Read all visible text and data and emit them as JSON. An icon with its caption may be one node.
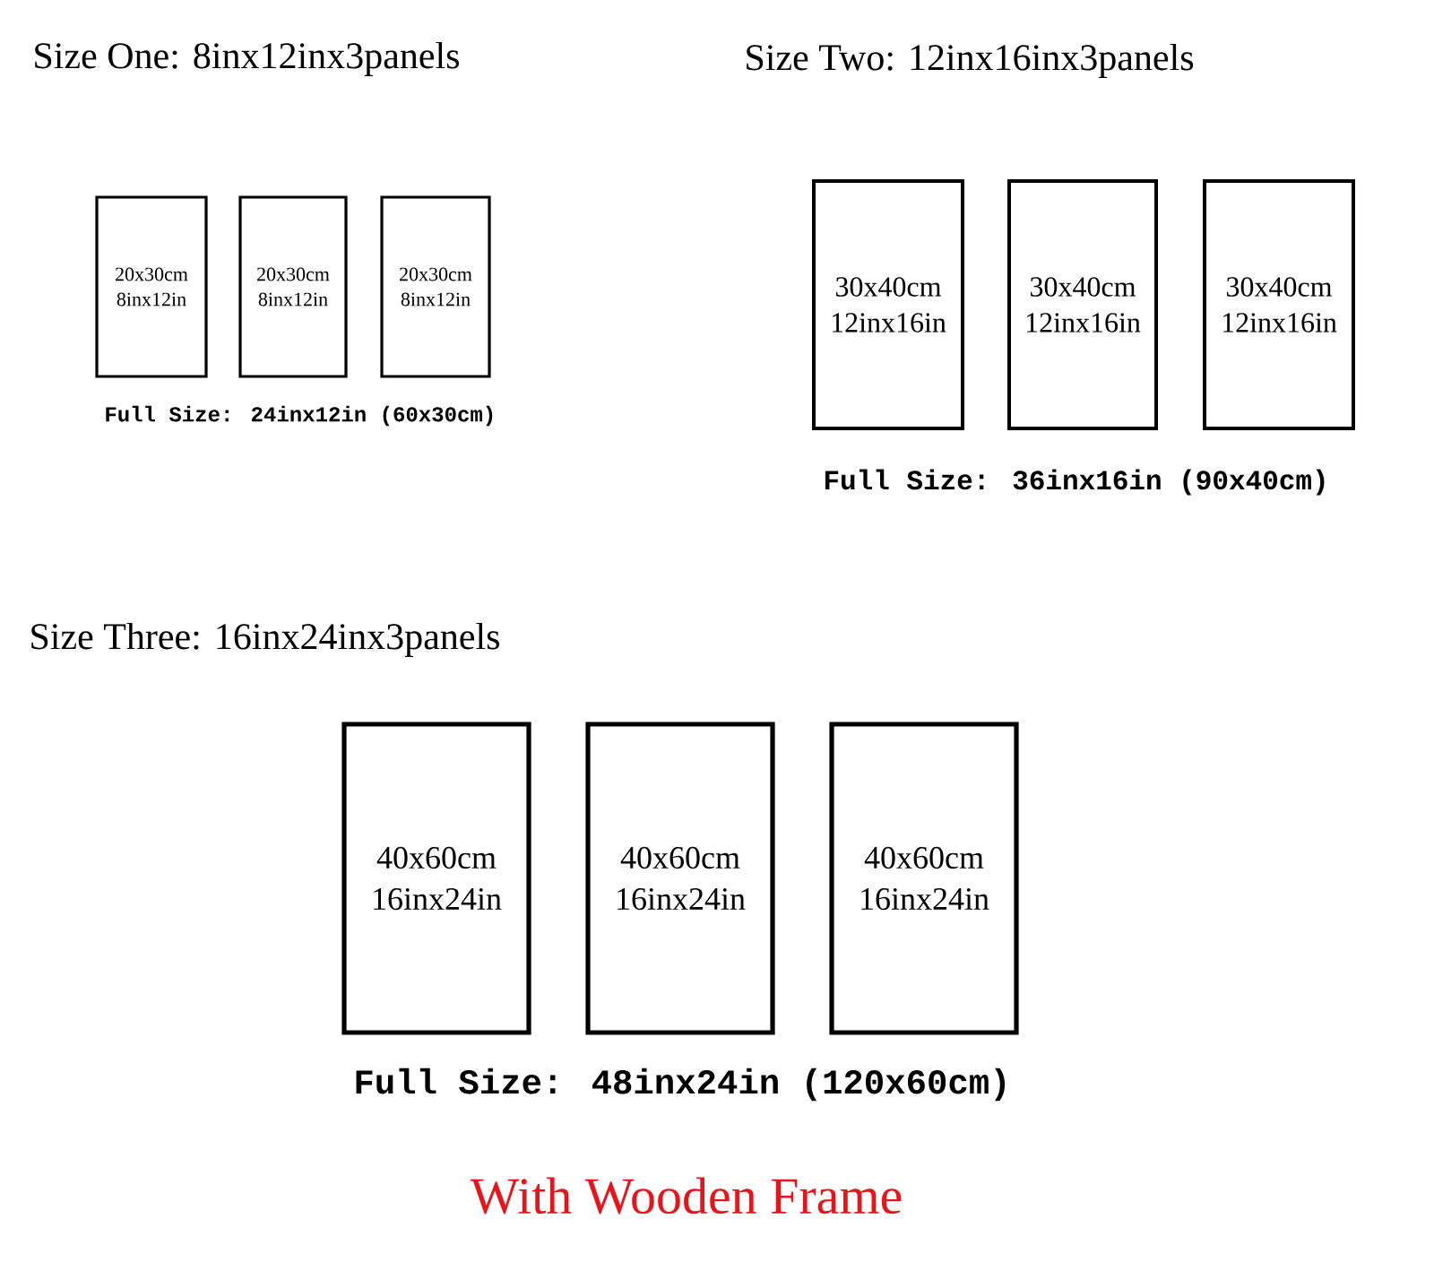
{
  "diagram": {
    "nodes": [
      {
        "text": [
          "20x30cm",
          "8inx12in"
        ]
      },
      {
        "text": [
          "20x30cm",
          "8inx12in"
        ]
      },
      {
        "text": [
          "20x30cm",
          "8inx12in"
        ]
      },
      {
        "text": [
          "30x40cm",
          "12inx16in"
        ]
      },
      {
        "text": [
          "30x40cm",
          "12inx16in"
        ]
      },
      {
        "text": [
          "30x40cm",
          "12inx16in"
        ]
      },
      {
        "text": [
          "40x60cm",
          "16inx24in"
        ]
      },
      {
        "text": [
          "40x60cm",
          "16inx24in"
        ]
      },
      {
        "text": [
          "40x60cm",
          "16inx24in"
        ]
      }
    ],
    "labels": [
      "Size One: 8inx12inx3panels",
      "Size Two: 12inx16inx3panels",
      "Full Size: 24inx12in (60x30cm)",
      "Full Size: 36inx16in (90x40cm)",
      "Size Three: 16inx24inx3panels",
      "Full Size: 48inx24in (120x60cm)",
      "With Wooden Frame"
    ]
  }
}
